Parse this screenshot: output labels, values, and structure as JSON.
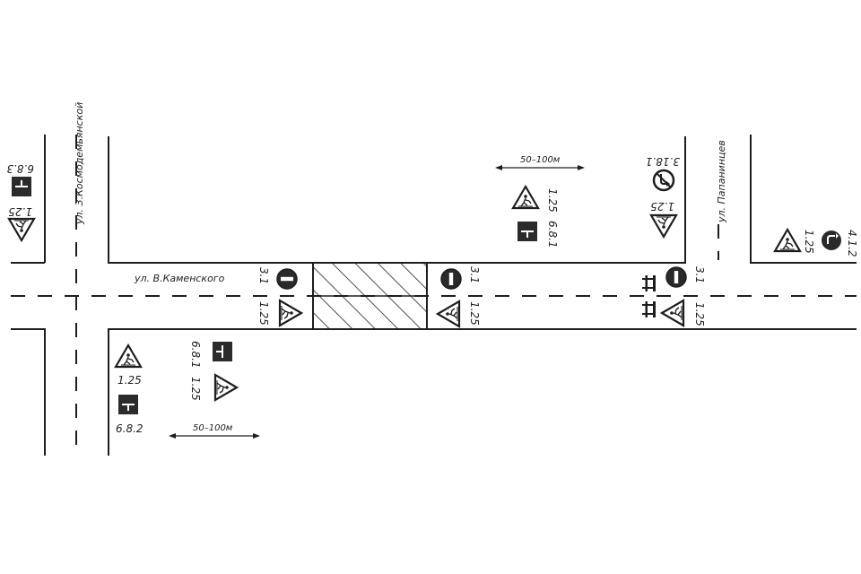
{
  "streets": {
    "main": "ул. В.Каменского",
    "left": "ул. З.Космодемьянской",
    "right": "ул. Папанинцев"
  },
  "sign_codes": {
    "pedestrians": "1.25",
    "no_entry": "3.1",
    "no_left_turn": "3.18.1",
    "roundabout": "4.1.2",
    "distance_plate": "6.8.1",
    "plate_6_8_2": "6.8.2",
    "plate_6_8_3": "6.8.3"
  },
  "distances": {
    "top": "50–100м",
    "bottom": "50–100м"
  },
  "icons": {
    "warning": "road-works-triangle-icon",
    "no_entry": "no-entry-icon",
    "no_left_turn": "no-left-turn-icon",
    "roundabout": "roundabout-icon",
    "plate": "direction-plate-icon",
    "barrier": "barrier-icon"
  },
  "colors": {
    "ink": "#1e1e1e",
    "paper": "#ffffff"
  }
}
